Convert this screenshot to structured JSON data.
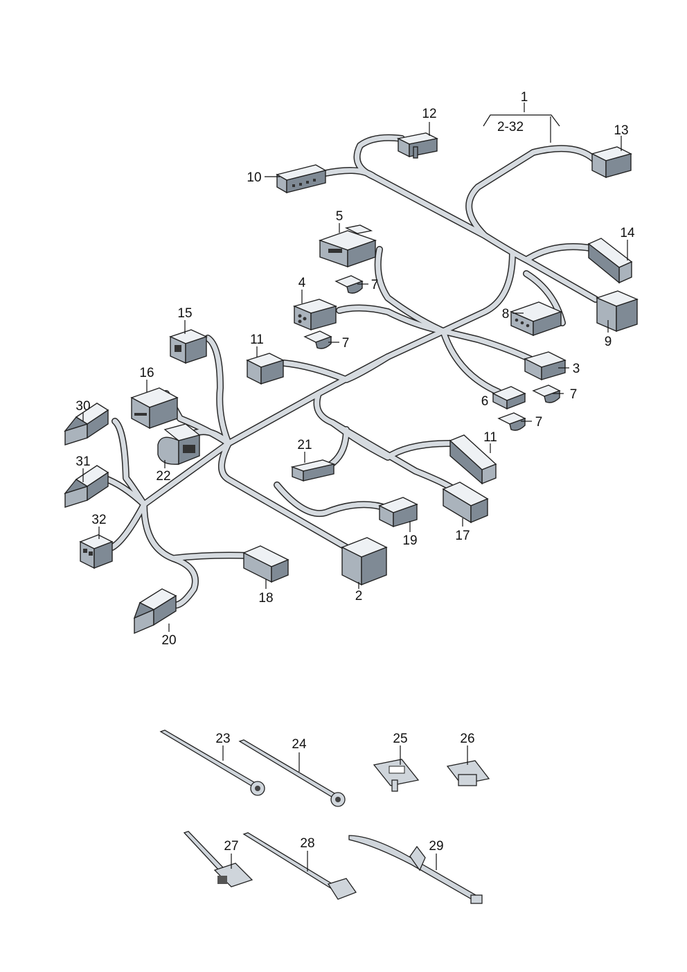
{
  "diagram": {
    "group_label": {
      "number": "1",
      "range": "2-32"
    },
    "harness_labels": [
      {
        "id": "p2",
        "text": "2"
      },
      {
        "id": "p3",
        "text": "3"
      },
      {
        "id": "p4",
        "text": "4"
      },
      {
        "id": "p5",
        "text": "5"
      },
      {
        "id": "p6",
        "text": "6"
      },
      {
        "id": "p7a",
        "text": "7"
      },
      {
        "id": "p7b",
        "text": "7"
      },
      {
        "id": "p7c",
        "text": "7"
      },
      {
        "id": "p7d",
        "text": "7"
      },
      {
        "id": "p8",
        "text": "8"
      },
      {
        "id": "p9",
        "text": "9"
      },
      {
        "id": "p10",
        "text": "10"
      },
      {
        "id": "p11a",
        "text": "11"
      },
      {
        "id": "p11b",
        "text": "11"
      },
      {
        "id": "p12",
        "text": "12"
      },
      {
        "id": "p13",
        "text": "13"
      },
      {
        "id": "p14",
        "text": "14"
      },
      {
        "id": "p15",
        "text": "15"
      },
      {
        "id": "p16",
        "text": "16"
      },
      {
        "id": "p17",
        "text": "17"
      },
      {
        "id": "p18",
        "text": "18"
      },
      {
        "id": "p19",
        "text": "19"
      },
      {
        "id": "p20",
        "text": "20"
      },
      {
        "id": "p21",
        "text": "21"
      },
      {
        "id": "p22",
        "text": "22"
      },
      {
        "id": "p30",
        "text": "30"
      },
      {
        "id": "p31",
        "text": "31"
      },
      {
        "id": "p32",
        "text": "32"
      }
    ],
    "fastener_labels": [
      {
        "id": "p23",
        "text": "23"
      },
      {
        "id": "p24",
        "text": "24"
      },
      {
        "id": "p25",
        "text": "25"
      },
      {
        "id": "p26",
        "text": "26"
      },
      {
        "id": "p27",
        "text": "27"
      },
      {
        "id": "p28",
        "text": "28"
      },
      {
        "id": "p29",
        "text": "29"
      }
    ]
  }
}
